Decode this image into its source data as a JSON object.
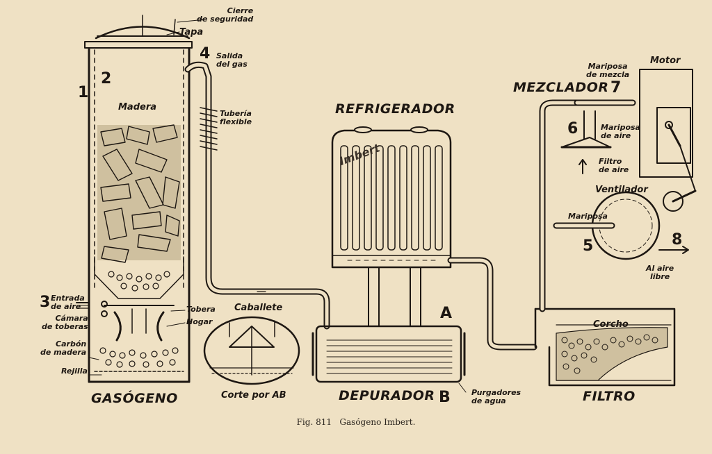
{
  "caption": "Fig. 811   Gasógeno Imbert.",
  "sections": {
    "gasogeno": "GASÓGENO",
    "refrigerador": "REFRIGERADOR",
    "depurador": "DEPURADOR",
    "filtro": "FILTRO",
    "mezclador": "MEZCLADOR",
    "motor": "Motor",
    "ventilador": "Ventilador"
  },
  "numbers": [
    "1",
    "2",
    "3",
    "4",
    "5",
    "6",
    "7",
    "8"
  ],
  "letters": {
    "a": "A",
    "b": "B"
  },
  "labels": {
    "cierre": "Cierre\nde seguridad",
    "tapa": "Tapa",
    "salida": "Salida\ndel gas",
    "madera": "Madera",
    "tuberia": "Tubería\nflexible",
    "entrada": "Entrada\nde aire",
    "camara": "Cámara\nde toberas",
    "tobera": "Tobera",
    "hogar": "Hogar",
    "carbon": "Carbón\nde madera",
    "rejilla": "Rejilla",
    "caballete": "Caballete",
    "corte": "Corte por AB",
    "purgadores": "Purgadores\nde agua",
    "corcho": "Corcho",
    "mariposa_mezcla": "Mariposa\nde mezcla",
    "mariposa_aire": "Mariposa\nde aire",
    "filtro_aire": "Filtro\nde aire",
    "mariposa": "Mariposa",
    "al_aire": "Al aire\nlibre",
    "imbert": "Imbert"
  }
}
